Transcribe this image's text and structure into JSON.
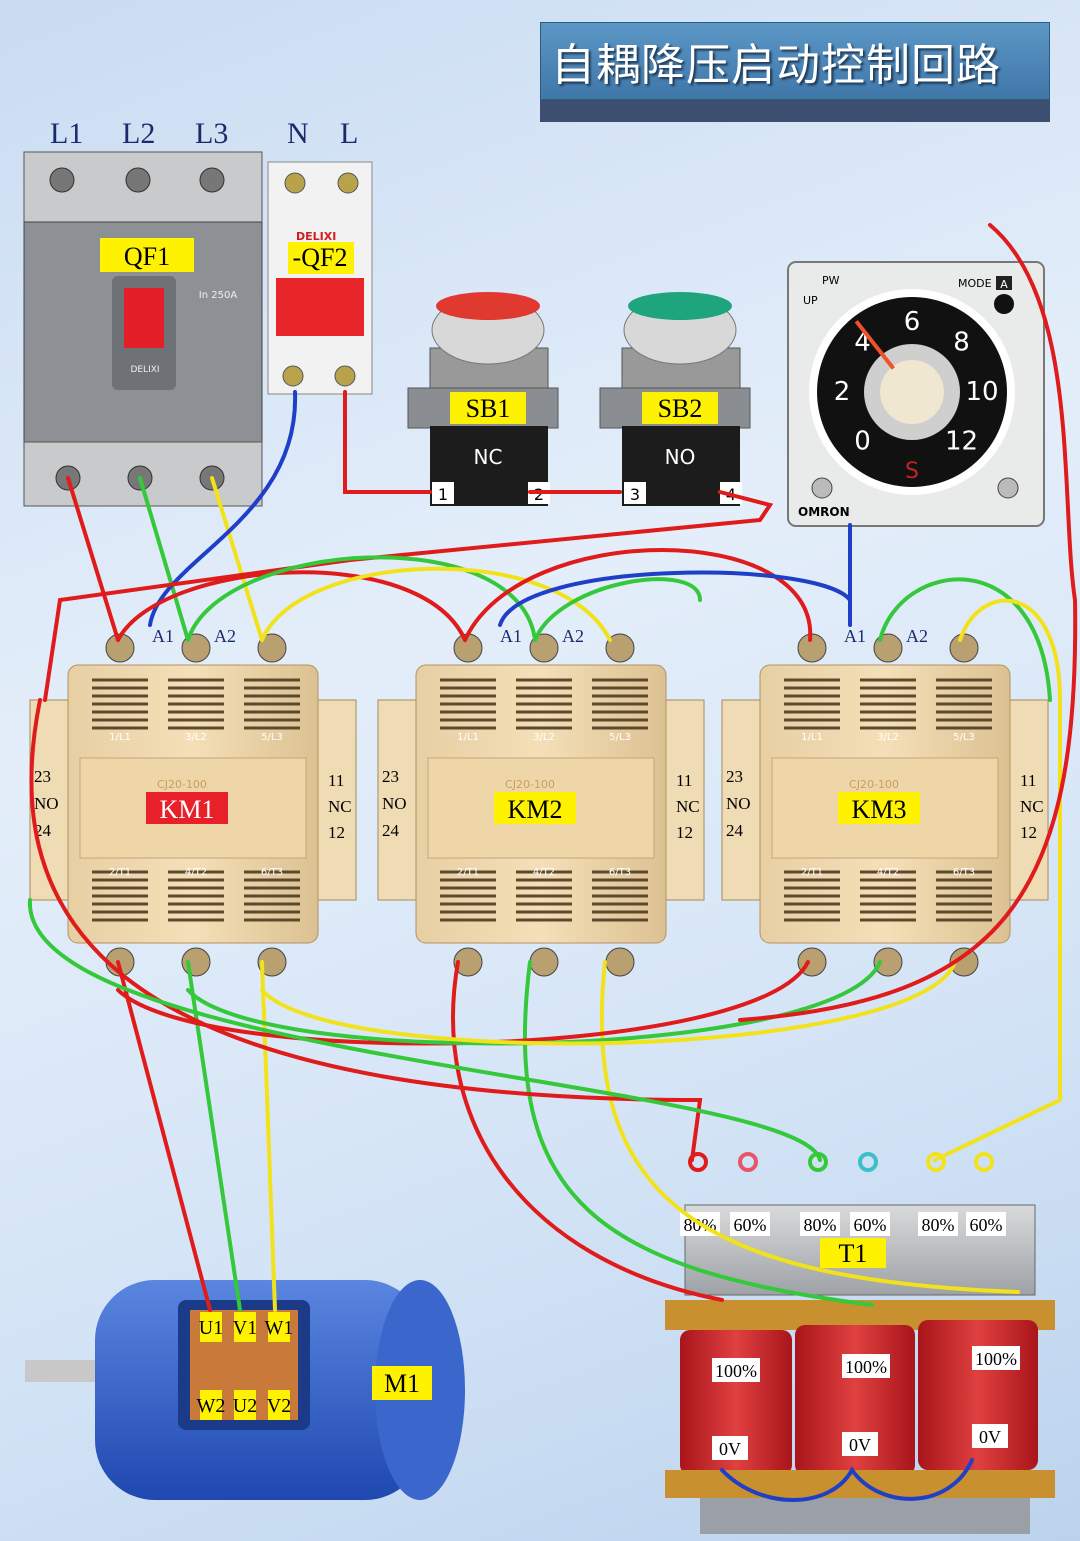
{
  "title": "自耦降压启动控制回路",
  "supply": {
    "phases": [
      "L1",
      "L2",
      "L3"
    ],
    "neutral": "N",
    "line": "L"
  },
  "breakers": [
    {
      "id": "QF1",
      "rating": "In 250A",
      "brand": "DELIXI"
    },
    {
      "id": "-QF2",
      "brand": "DELIXI"
    }
  ],
  "buttons": [
    {
      "id": "SB1",
      "type": "NC",
      "terminals": [
        "1",
        "2"
      ],
      "color": "#e0392f"
    },
    {
      "id": "SB2",
      "type": "NO",
      "terminals": [
        "3",
        "4"
      ],
      "color": "#1fa57e"
    }
  ],
  "timer": {
    "brand": "OMRON",
    "mode_label": "MODE",
    "mode_value": "A",
    "pw": "PW",
    "up": "UP",
    "scale": [
      "0",
      "2",
      "4",
      "6",
      "8",
      "10",
      "12"
    ],
    "unit": "S",
    "setting_s": 4.3
  },
  "contactors": [
    {
      "id": "KM1",
      "label_bg": "#e8202a",
      "label_color": "#ffffff"
    },
    {
      "id": "KM2",
      "label_bg": "#fff200",
      "label_color": "#000000"
    },
    {
      "id": "KM3",
      "label_bg": "#fff200",
      "label_color": "#000000"
    }
  ],
  "contactor_labels": {
    "coil": [
      "A1",
      "A2"
    ],
    "no": [
      "23",
      "NO",
      "24"
    ],
    "nc": [
      "11",
      "NC",
      "12"
    ],
    "line_terms": [
      "1/L1",
      "3/L2",
      "5/L3"
    ],
    "load_terms": [
      "2/T1",
      "4/T2",
      "6/T3"
    ],
    "model": "CJ20-100"
  },
  "motor": {
    "id": "M1",
    "terminals_top": [
      "U1",
      "V1",
      "W1"
    ],
    "terminals_bottom": [
      "W2",
      "U2",
      "V2"
    ]
  },
  "transformer": {
    "id": "T1",
    "taps": [
      "80%",
      "60%",
      "80%",
      "60%",
      "80%",
      "60%"
    ],
    "full": [
      "100%",
      "100%",
      "100%"
    ],
    "zero": [
      "0V",
      "0V",
      "0V"
    ]
  },
  "wire_colors": {
    "L1": "#e01b1b",
    "L2": "#35c83a",
    "L3": "#f2e21c",
    "N": "#1f3fc8"
  }
}
